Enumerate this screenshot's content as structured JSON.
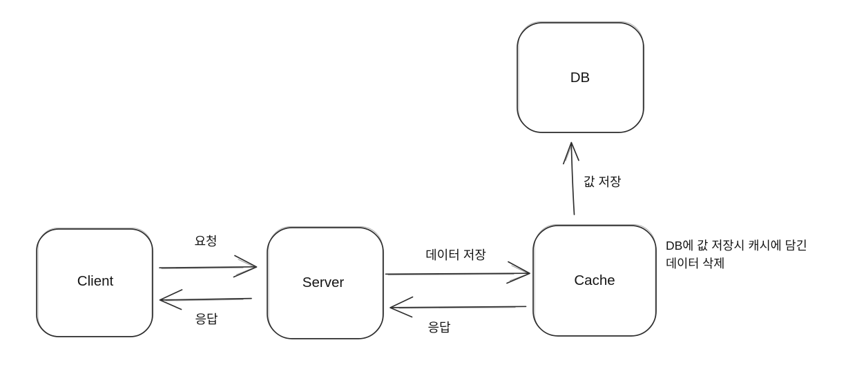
{
  "canvas": {
    "background": "#ffffff",
    "ink_color": "#2e2e2e",
    "text_color": "#141414"
  },
  "nodes": {
    "client": {
      "label": "Client"
    },
    "server": {
      "label": "Server"
    },
    "cache": {
      "label": "Cache"
    },
    "db": {
      "label": "DB"
    }
  },
  "edges": {
    "client_to_server": {
      "from": "client",
      "to": "server",
      "label": "요청"
    },
    "server_to_client": {
      "from": "server",
      "to": "client",
      "label": "응답"
    },
    "server_to_cache": {
      "from": "server",
      "to": "cache",
      "label": "데이터 저장"
    },
    "cache_to_server": {
      "from": "cache",
      "to": "server",
      "label": "응답"
    },
    "cache_to_db": {
      "from": "cache",
      "to": "db",
      "label": "값 저장"
    }
  },
  "note": {
    "line1": "DB에 값 저장시 캐시에 담긴",
    "line2": "데이터 삭제"
  }
}
